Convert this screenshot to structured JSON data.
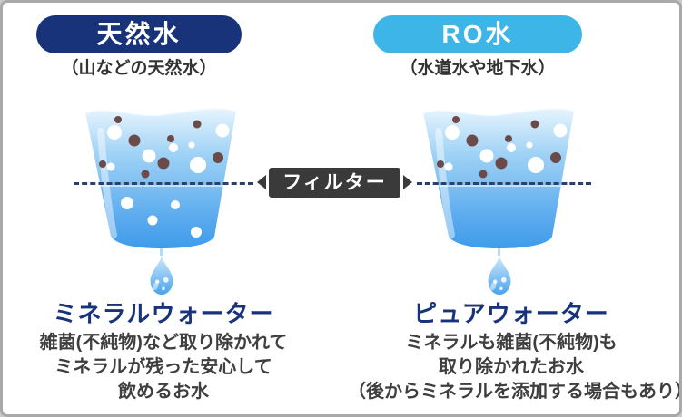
{
  "card": {
    "border_color": "#a9a9a9",
    "background": "#ffffff"
  },
  "filter": {
    "label": "フィルター",
    "background": "#3a3a3a",
    "text_color": "#ffffff"
  },
  "colors": {
    "dashed_line": "#2b4070",
    "impurity": "#6b4a4a",
    "mineral": "#ffffff",
    "water_top": "#e8f5fe",
    "water_mid": "#9fd2f5",
    "water_bottom": "#3f9ce9",
    "droplet_top": "#cfe9fb",
    "droplet_bottom": "#4aa3ec",
    "title_text": "#17337c",
    "body_text": "#3f3f3f",
    "subtitle_text": "#333333"
  },
  "columns": [
    {
      "id": "natural-water",
      "header": {
        "label": "天然水",
        "background": "#19337a",
        "text_color": "#ffffff"
      },
      "subtitle": "（山などの天然水）",
      "result_title": "ミネラルウォーター",
      "description_lines": [
        "雑菌(不純物)など取り除かれて",
        "ミネラルが残った安心して",
        "飲めるお水"
      ],
      "cup": {
        "impurities": [
          [
            39,
            19,
            4
          ],
          [
            57,
            42,
            6.5
          ],
          [
            97,
            40,
            4
          ],
          [
            126,
            24,
            4.5
          ],
          [
            89,
            67,
            6.5
          ],
          [
            22,
            68,
            4
          ],
          [
            69,
            79,
            4.5
          ],
          [
            149,
            61,
            6
          ]
        ],
        "minerals_above": [
          [
            35,
            33,
            8
          ],
          [
            154,
            31,
            7.5
          ],
          [
            100,
            50,
            5
          ],
          [
            73,
            59,
            7.5
          ],
          [
            127,
            69,
            9
          ],
          [
            31,
            71,
            4.5
          ],
          [
            120,
            47,
            3.5
          ]
        ],
        "minerals_below": [
          [
            49,
            111,
            7
          ],
          [
            102,
            113,
            5
          ],
          [
            77,
            130,
            5.5
          ],
          [
            125,
            143,
            6
          ]
        ]
      }
    },
    {
      "id": "ro-water",
      "header": {
        "label": "RO水",
        "background": "#3db5e6",
        "text_color": "#ffffff"
      },
      "subtitle": "（水道水や地下水）",
      "result_title": "ピュアウォーター",
      "description_lines": [
        "ミネラルも雑菌(不純物)も",
        "取り除かれたお水",
        "（後からミネラルを添加する場合もあり）"
      ],
      "cup": {
        "impurities": [
          [
            39,
            19,
            4
          ],
          [
            57,
            42,
            6.5
          ],
          [
            97,
            40,
            4
          ],
          [
            126,
            24,
            4.5
          ],
          [
            89,
            67,
            6.5
          ],
          [
            22,
            68,
            4
          ],
          [
            69,
            79,
            4.5
          ],
          [
            149,
            61,
            6
          ]
        ],
        "minerals_above": [
          [
            35,
            33,
            8
          ],
          [
            154,
            31,
            7.5
          ],
          [
            100,
            50,
            5
          ],
          [
            73,
            59,
            7.5
          ],
          [
            127,
            69,
            9
          ],
          [
            31,
            71,
            4.5
          ],
          [
            120,
            47,
            3.5
          ]
        ],
        "minerals_below": []
      }
    }
  ]
}
